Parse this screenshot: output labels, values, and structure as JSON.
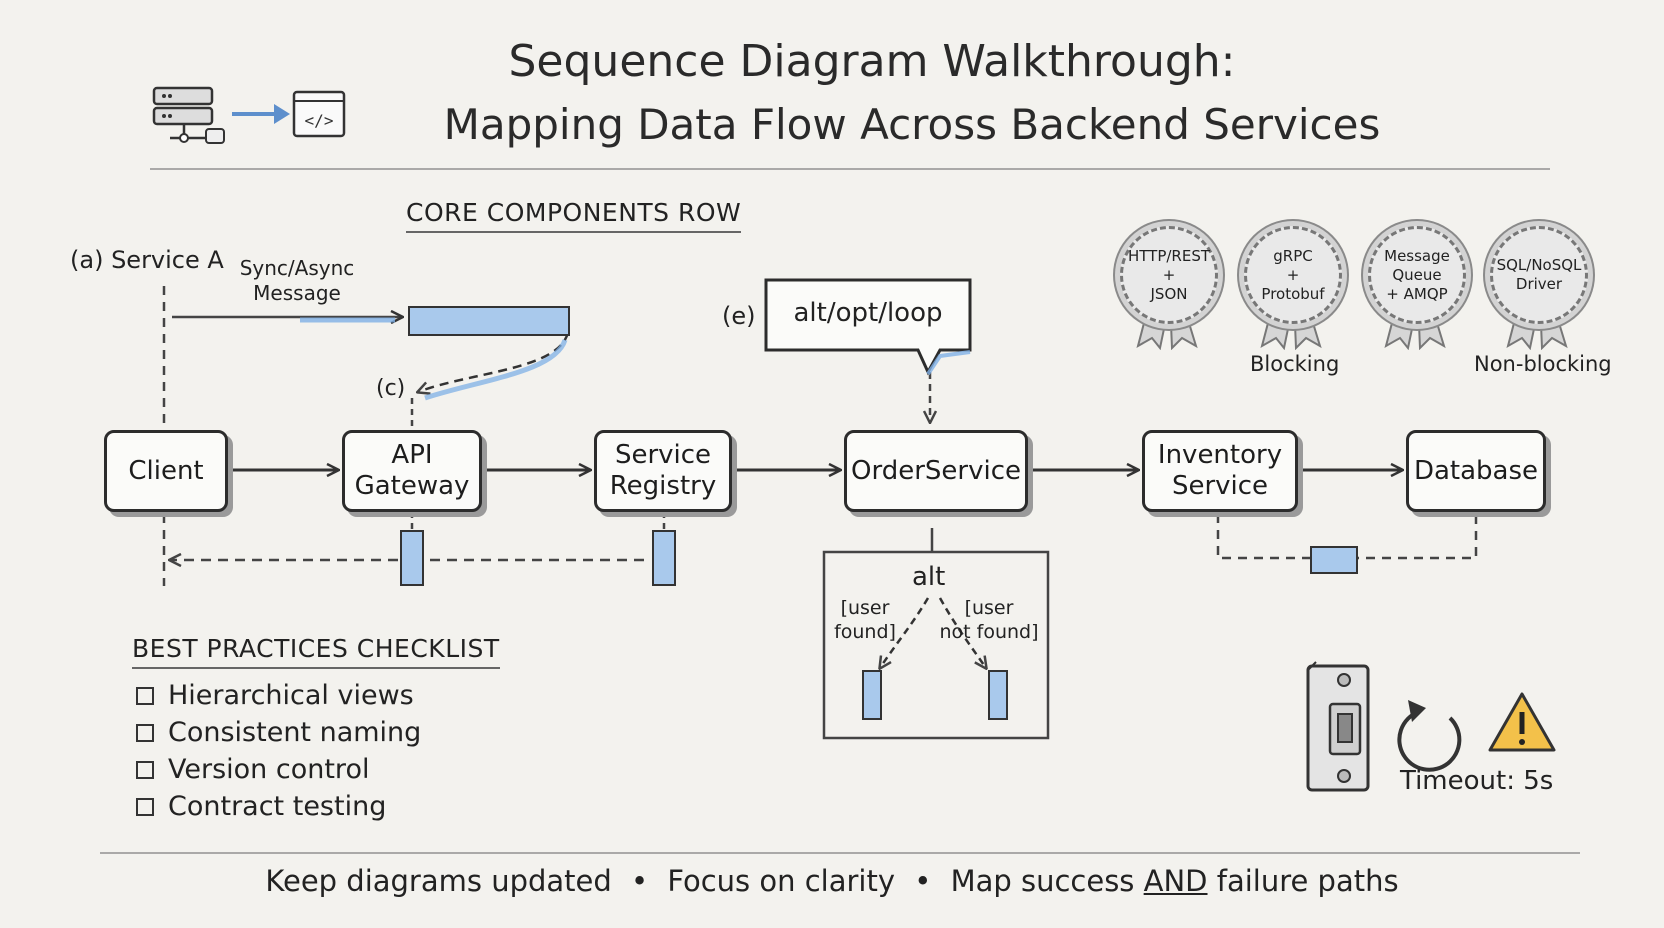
{
  "title": {
    "line1": "Sequence Diagram Walkthrough:",
    "line2": "Mapping Data Flow Across Backend Services"
  },
  "header_icons": [
    "server-icon",
    "arrow-right-icon",
    "code-window-icon"
  ],
  "core_components": {
    "heading": "CORE COMPONENTS ROW",
    "service_a_label": "(a) Service A",
    "message_label": "Sync/Async\nMessage",
    "c_label": "(c)",
    "e_label": "(e)",
    "fragment_label": "alt/opt/loop"
  },
  "nodes": [
    {
      "id": "client",
      "label": "Client"
    },
    {
      "id": "api-gateway",
      "label": "API\nGateway"
    },
    {
      "id": "service-registry",
      "label": "Service\nRegistry"
    },
    {
      "id": "order-service",
      "label": "OrderService"
    },
    {
      "id": "inventory-service",
      "label": "Inventory\nService"
    },
    {
      "id": "database",
      "label": "Database"
    }
  ],
  "edges": [
    {
      "from": "client",
      "to": "api-gateway"
    },
    {
      "from": "api-gateway",
      "to": "service-registry"
    },
    {
      "from": "service-registry",
      "to": "order-service"
    },
    {
      "from": "order-service",
      "to": "inventory-service"
    },
    {
      "from": "inventory-service",
      "to": "database"
    }
  ],
  "alt_fragment": {
    "label": "alt",
    "left_guard": "[user\nfound]",
    "right_guard": "[user\nnot found]"
  },
  "badges": [
    {
      "text": "HTTP/REST\n+\nJSON"
    },
    {
      "text": "gRPC\n+\nProtobuf"
    },
    {
      "text": "Message\nQueue\n+ AMQP"
    },
    {
      "text": "SQL/NoSQL\nDriver"
    }
  ],
  "badge_captions": {
    "blocking": "Blocking",
    "non_blocking": "Non-blocking"
  },
  "checklist": {
    "heading": "BEST PRACTICES CHECKLIST",
    "items": [
      "Hierarchical views",
      "Consistent naming",
      "Version control",
      "Contract testing"
    ]
  },
  "resilience": {
    "icons": [
      "circuit-breaker-icon",
      "retry-icon",
      "warning-icon"
    ],
    "timeout_label": "Timeout: 5s"
  },
  "footer": {
    "part1": "Keep diagrams updated",
    "sep": "•",
    "part2": "Focus on clarity",
    "part3a": "Map success ",
    "part3b": "AND",
    "part3c": " failure paths"
  },
  "colors": {
    "accent": "#7fb0e6",
    "ink": "#2c2c2c",
    "paper": "#f3f2ee"
  }
}
